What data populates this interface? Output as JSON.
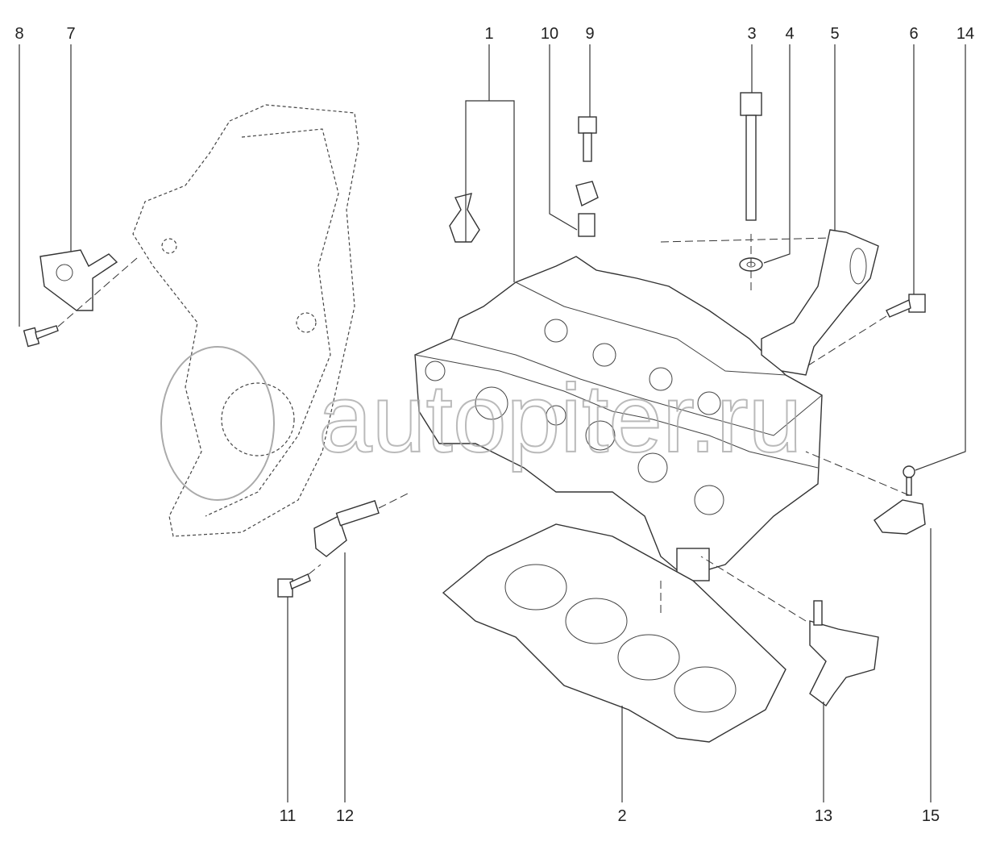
{
  "diagram": {
    "callouts": {
      "c1": "1",
      "c2": "2",
      "c3": "3",
      "c4": "4",
      "c5": "5",
      "c6": "6",
      "c7": "7",
      "c8": "8",
      "c9": "9",
      "c10": "10",
      "c11": "11",
      "c12": "12",
      "c13": "13",
      "c14": "14",
      "c15": "15"
    },
    "watermark": "autopiter.ru"
  }
}
